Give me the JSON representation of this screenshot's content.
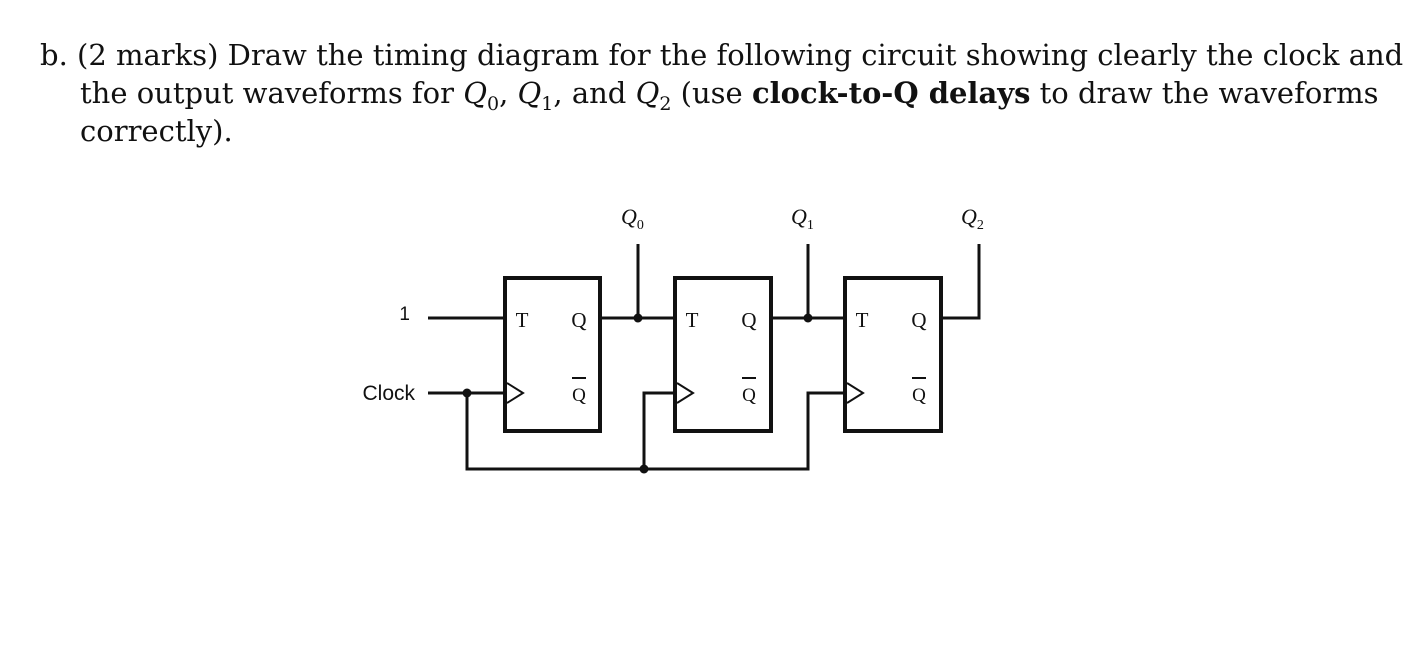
{
  "question": {
    "lead": "b. (2 marks) Draw the timing diagram for the following circuit showing clearly the clock and",
    "line2_pre": "the output waveforms for ",
    "q0_var": "Q",
    "q0_sub": "0",
    "comma1": ", ",
    "q1_var": "Q",
    "q1_sub": "1",
    "and_text": ", and ",
    "q2_var": "Q",
    "q2_sub": "2",
    "paren_open": " (use ",
    "emphasis": "clock-to-Q delays",
    "line2_post": " to draw the waveforms",
    "line3": "correctly)."
  },
  "circuit": {
    "t_input_value": "1",
    "clock_label": "Clock",
    "output_labels": [
      {
        "var": "Q",
        "sub": "0"
      },
      {
        "var": "Q",
        "sub": "1"
      },
      {
        "var": "Q",
        "sub": "2"
      }
    ],
    "flip_flops": [
      {
        "t_pin": "T",
        "q_pin": "Q",
        "qbar_pin": "Q"
      },
      {
        "t_pin": "T",
        "q_pin": "Q",
        "qbar_pin": "Q"
      },
      {
        "t_pin": "T",
        "q_pin": "Q",
        "qbar_pin": "Q"
      }
    ]
  }
}
